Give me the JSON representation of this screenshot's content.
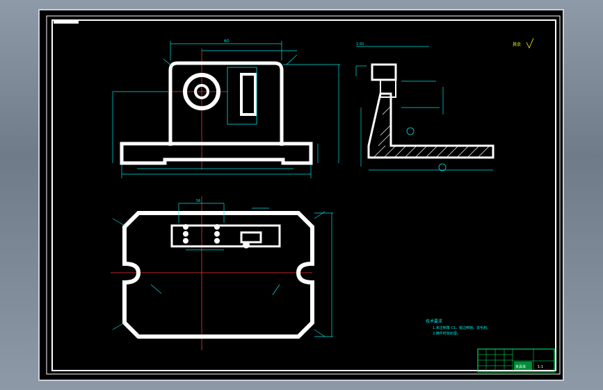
{
  "viewport": {
    "background": "#000000",
    "colors": {
      "outline": "#ffffff",
      "dimension": "#00e5e5",
      "centerline": "#ff3030",
      "yellow": "#ffff00",
      "title_block": "#00ff66"
    }
  },
  "dimensions": {
    "front_top": "60",
    "front_overall": "",
    "plan_top": "56",
    "side_top_a": "1:50",
    "side_top_b": ""
  },
  "notes": {
    "heading": "技术要求",
    "line1": "1.未注倒角 C1，锐边倒钝，去毛刺。",
    "line2": "2.铸件时效处理。"
  },
  "title_block": {
    "company": "",
    "drawing_title": "夹具体",
    "scale": "1:1"
  },
  "corner_mark": "其余"
}
